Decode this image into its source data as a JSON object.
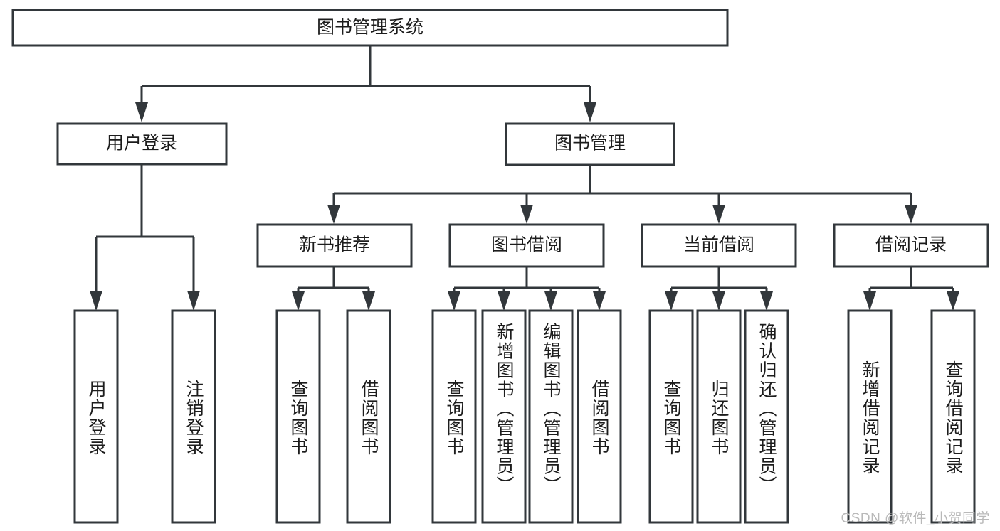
{
  "diagram": {
    "type": "tree",
    "title": "图书管理系统",
    "orientation": "top-down",
    "colors": {
      "box_stroke": "#32373b",
      "box_fill": "#ffffff",
      "text": "#1c1c1c",
      "background": "#ffffff",
      "watermark": "#b9b9b9"
    },
    "root": {
      "label": "图书管理系统"
    },
    "level1": [
      {
        "label": "用户登录"
      },
      {
        "label": "图书管理"
      }
    ],
    "level2": [
      {
        "label": "新书推荐"
      },
      {
        "label": "图书借阅"
      },
      {
        "label": "当前借阅"
      },
      {
        "label": "借阅记录"
      }
    ],
    "leaves": {
      "user_login": [
        {
          "label": "用户登录"
        },
        {
          "label": "注销登录"
        }
      ],
      "new_book_recommend": [
        {
          "label": "查询图书"
        },
        {
          "label": "借阅图书"
        }
      ],
      "book_borrow": [
        {
          "label": "查询图书"
        },
        {
          "label": "新增图书（管理员）"
        },
        {
          "label": "编辑图书（管理员）"
        },
        {
          "label": "借阅图书"
        }
      ],
      "current_borrow": [
        {
          "label": "查询图书"
        },
        {
          "label": "归还图书"
        },
        {
          "label": "确认归还（管理员）"
        }
      ],
      "borrow_record": [
        {
          "label": "新增借阅记录"
        },
        {
          "label": "查询借阅记录"
        }
      ]
    }
  },
  "watermark": {
    "text": "CSDN @软件_小贺同学"
  }
}
